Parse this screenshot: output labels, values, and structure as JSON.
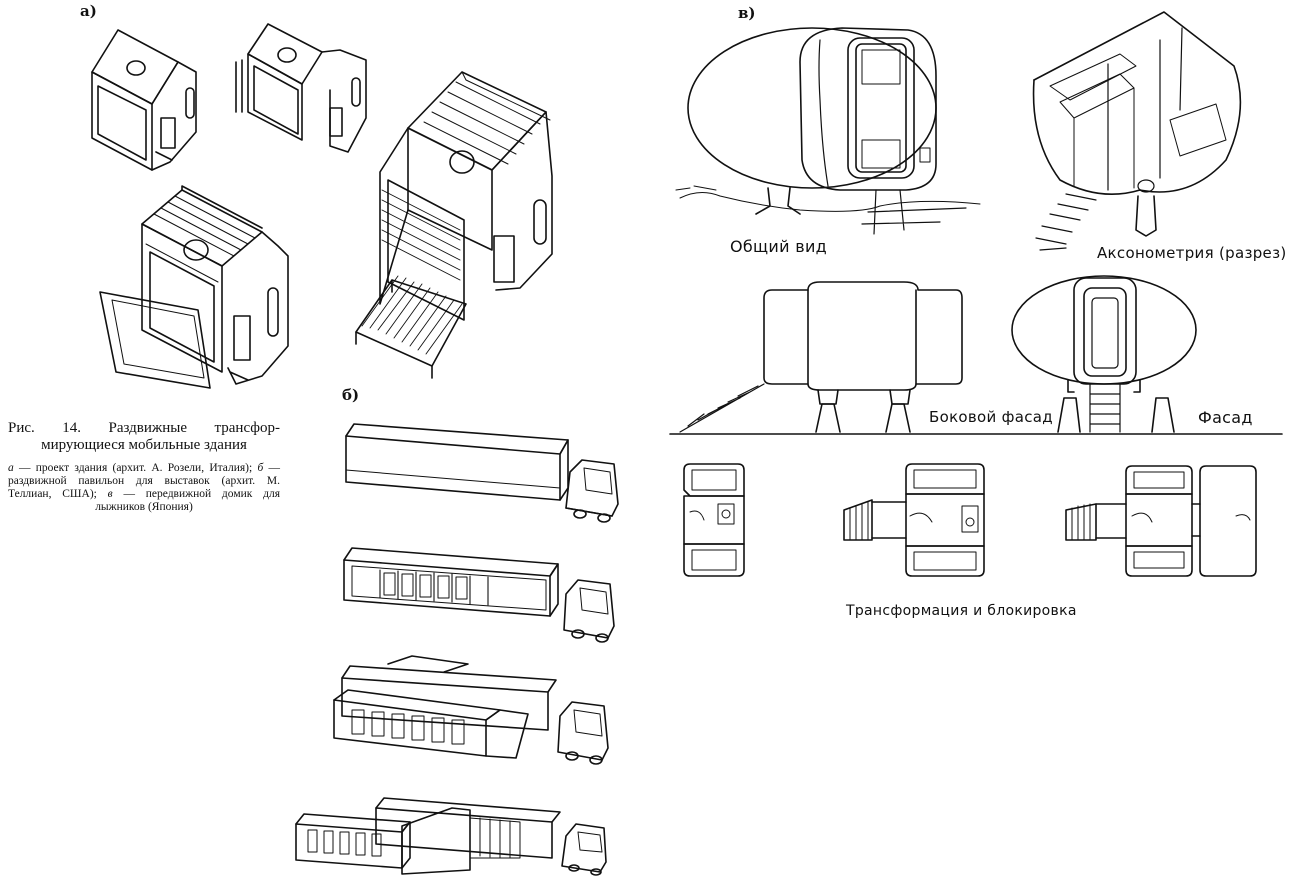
{
  "labels": {
    "a": "а)",
    "b": "б)",
    "v": "в)"
  },
  "caption": {
    "title": "Рис. 14. Раздвижные трансфор-мирующиеся мобильные здания",
    "items": [
      {
        "key": "а",
        "text": "— проект здания (архит. А. Розели, Италия);"
      },
      {
        "key": "б",
        "text": "— раздвижной павильон для выставок (архит. М. Теллиан, США);"
      },
      {
        "key": "в",
        "text": "— передвижной домик для лыжников (Япония)"
      }
    ]
  },
  "annotations": {
    "general_view": "Общий вид",
    "axonometry": "Аксонометрия (разрез)",
    "side_facade": "Боковой фасад",
    "facade": "Фасад",
    "transformation": "Трансформация и блокировка"
  }
}
